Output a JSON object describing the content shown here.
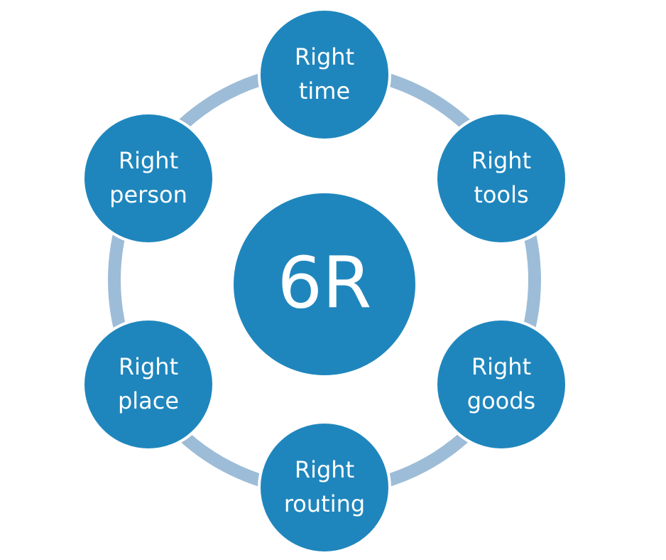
{
  "center": {
    "label": "6R"
  },
  "nodes": [
    {
      "id": "time",
      "line1": "Right",
      "line2": "time"
    },
    {
      "id": "tools",
      "line1": "Right",
      "line2": "tools"
    },
    {
      "id": "goods",
      "line1": "Right",
      "line2": "goods"
    },
    {
      "id": "routing",
      "line1": "Right",
      "line2": "routing"
    },
    {
      "id": "place",
      "line1": "Right",
      "line2": "place"
    },
    {
      "id": "person",
      "line1": "Right",
      "line2": "person"
    }
  ],
  "colors": {
    "node_fill": "#1f86bd",
    "node_stroke": "#ffffff",
    "ring": "#9dbcd7",
    "text": "#ffffff"
  }
}
